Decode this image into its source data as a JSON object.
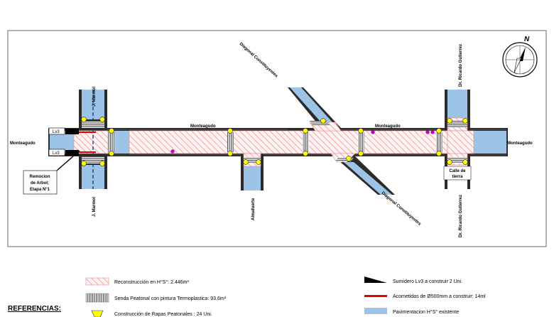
{
  "map": {
    "streets": {
      "monteagudo_left": "Monteagudo",
      "monteagudo_center": "Monteagudo",
      "monteagudo_right_upper": "Monteagudo",
      "monteagudo_right": "Monteagudo",
      "j_marmol_top": "J. Marmol",
      "j_marmol_bottom": "J. Marmol",
      "diagonal_top": "Diagonal Constituyentes",
      "diagonal_bottom": "Diagonal Constituyentes",
      "almafuerte": "Almafuerte",
      "ricardo_top": "Dr. Ricardo Gutierrez",
      "ricardo_bottom": "Dr. Ricardo Gutierrez"
    },
    "labels": {
      "lv3_top": "Lv3",
      "lv3_bottom": "Lv3",
      "calle_tierra_line1": "Calle de",
      "calle_tierra_line2": "tierra",
      "remocion_line1": "Remocion",
      "remocion_line2": "de Arbol;",
      "remocion_line3": "Etapa N°1"
    },
    "compass": {
      "north": "N",
      "icon": "north-arrow-icon"
    },
    "colors": {
      "existing_paving": "#9dc3e6",
      "reconstruction_hatch": "#f08080",
      "connection": "#e00000",
      "ramp": "#ffff00",
      "tree": "#cc00cc"
    }
  },
  "legend": {
    "title": "REFERENCIAS:",
    "items": [
      {
        "key": "reconstruction",
        "label": "Reconstrucción en H°S°: 2.446m²"
      },
      {
        "key": "crosswalk",
        "label": "Senda Peatonal con pintura Termoplastica: 93,6m²"
      },
      {
        "key": "ramps",
        "label": "Construcción de Rapas Peatonales : 24 Uni."
      },
      {
        "key": "sumidero",
        "label": "Sumidero Lv3 a construir 2 Uni."
      },
      {
        "key": "acometidas",
        "label": "Acometidas de Ø500mm a construir: 14ml"
      },
      {
        "key": "paving",
        "label": "Pavimentacion H°S° existente"
      }
    ]
  }
}
